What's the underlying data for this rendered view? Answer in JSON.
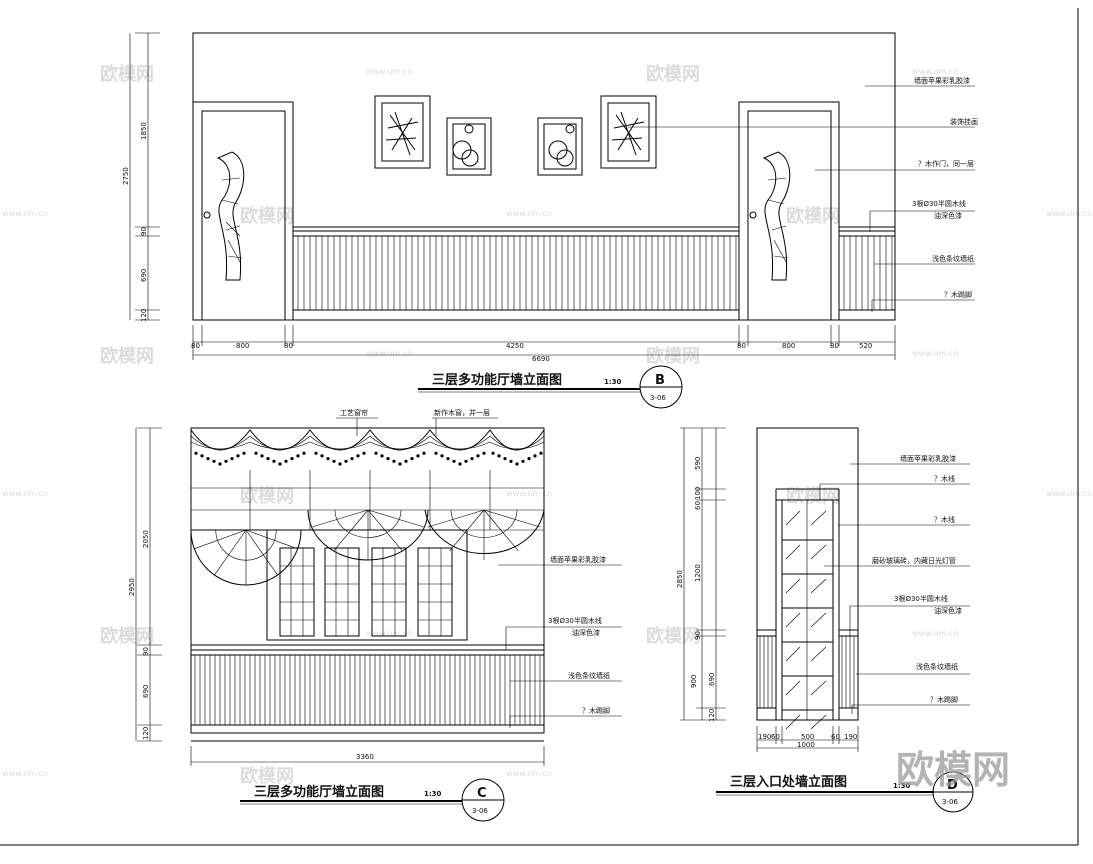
{
  "watermark": {
    "text": "欧模网",
    "url": "www.om.cn",
    "brand": "欧模网"
  },
  "drawing_b": {
    "title": "三层多功能厅墙立面图",
    "scale": "1:30",
    "tag_letter": "B",
    "tag_sheet": "3-06",
    "dims_bottom": [
      "80",
      "800",
      "80",
      "4250",
      "80",
      "800",
      "80",
      "520"
    ],
    "dim_total": "6690",
    "dims_left": [
      "2750",
      "1850",
      "90",
      "690",
      "120"
    ],
    "notes": [
      "墙面苹果彩乳胶漆",
      "装饰挂画",
      "？木作门，同一层",
      "3根Ø30半圆木线",
      "油深色漆",
      "浅色条纹墙纸",
      "？木踢脚"
    ]
  },
  "drawing_c": {
    "title": "三层多功能厅墙立面图",
    "scale": "1:30",
    "tag_letter": "C",
    "tag_sheet": "3-06",
    "dim_total": "3360",
    "dims_left": [
      "2950",
      "2050",
      "90",
      "690",
      "120"
    ],
    "notes_top": [
      "工艺窗帘",
      "新作木窗，并一层"
    ],
    "notes": [
      "墙面苹果彩乳胶漆",
      "3根Ø30半圆木线",
      "油深色漆",
      "浅色条纹墙纸",
      "？木踢脚"
    ]
  },
  "drawing_d": {
    "title": "三层入口处墙立面图",
    "scale": "1:30",
    "tag_letter": "D",
    "tag_sheet": "3-06",
    "dims_bottom": [
      "190",
      "60",
      "500",
      "60",
      "190"
    ],
    "dim_total": "1000",
    "dims_left": [
      "2850",
      "590",
      "100",
      "60",
      "1200",
      "90",
      "900",
      "690",
      "120"
    ],
    "notes": [
      "墙面苹果彩乳胶漆",
      "？木线",
      "？木线",
      "磨砂玻璃砖，内藏日光灯管",
      "3根Ø30半圆木线",
      "油深色漆",
      "浅色条纹墙纸",
      "？木踢脚"
    ]
  }
}
